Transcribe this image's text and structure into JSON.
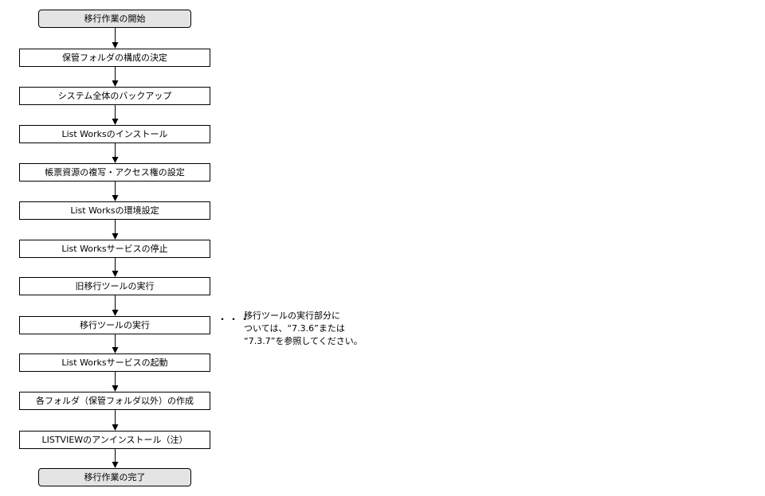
{
  "steps": [
    {
      "label": "移行作業の開始",
      "terminal": true
    },
    {
      "label": "保管フォルダの構成の決定"
    },
    {
      "label": "システム全体のバックアップ"
    },
    {
      "label": "List Worksのインストール"
    },
    {
      "label": "帳票資源の複写・アクセス権の設定"
    },
    {
      "label": "List Worksの環境設定"
    },
    {
      "label": "List Worksサービスの停止"
    },
    {
      "label": "旧移行ツールの実行"
    },
    {
      "label": "移行ツールの実行"
    },
    {
      "label": "List Worksサービスの起動"
    },
    {
      "label": "各フォルダ（保管フォルダ以外）の作成"
    },
    {
      "label": "LISTVIEWのアンインストール（注）"
    },
    {
      "label": "移行作業の完了",
      "terminal": true
    }
  ],
  "note": {
    "marker": "・・・",
    "lines": [
      "移行ツールの実行部分に",
      "ついては、“7.3.6”または",
      "“7.3.7”を参照してください。"
    ]
  }
}
